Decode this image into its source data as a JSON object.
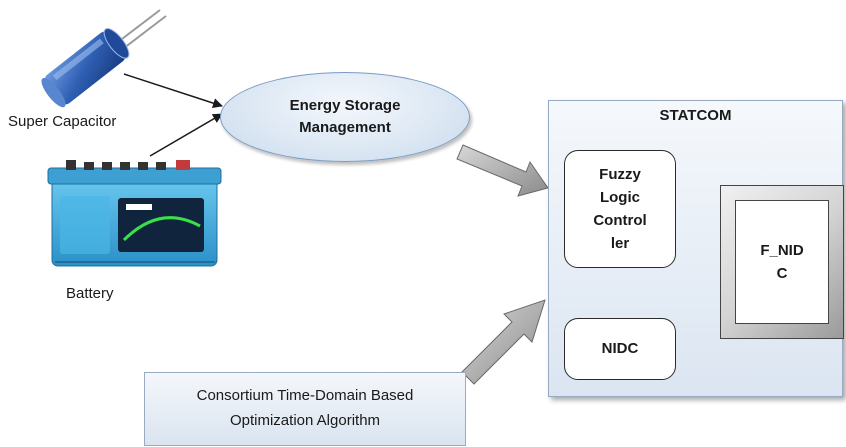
{
  "components": {
    "super_capacitor": {
      "label": "Super Capacitor",
      "icon": "capacitor-icon"
    },
    "battery": {
      "label": "Battery",
      "icon": "battery-icon"
    }
  },
  "energy_storage": {
    "label": "Energy Storage\nManagement"
  },
  "statcom": {
    "title": "STATCOM",
    "fuzzy_logic": "Fuzzy\nLogic\nControl\nler",
    "nidc": "NIDC",
    "f_nidc": "F_NID\nC"
  },
  "optimization": {
    "label": "Consortium Time-Domain Based\nOptimization Algorithm"
  },
  "colors": {
    "capacitor_blue": "#2f5fb3",
    "battery_blue": "#3aa8dc",
    "ellipse_fill": "#dde8f4",
    "block_arrow": "#b0b0b0"
  }
}
